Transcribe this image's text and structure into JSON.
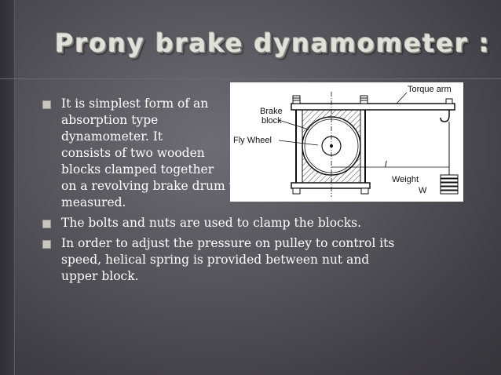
{
  "slide": {
    "title": "Prony brake dynamometer :",
    "bullets": [
      {
        "lines": [
          "It is simplest form of an",
          "absorption type",
          "dynamometer. It",
          "consists of two wooden",
          "blocks clamped together",
          "on a revolving brake drum whose power is to be",
          "measured."
        ]
      },
      {
        "lines": [
          "The bolts and nuts are used to clamp the blocks."
        ]
      },
      {
        "lines": [
          "In order to adjust the pressure on pulley to control its",
          "speed, helical spring is provided between nut and",
          "upper block."
        ]
      }
    ]
  },
  "figure": {
    "labels": {
      "torque_arm": "Torque arm",
      "brake": "Brake",
      "block": "block",
      "fly_wheel": "Fly Wheel",
      "length": "l",
      "weight": "Weight",
      "w": "W"
    }
  },
  "colors": {
    "background": "#4f4e55",
    "title_text": "#e0e1d9",
    "body_text": "#ffffff",
    "bullet_marker": "#c9c7bd"
  }
}
